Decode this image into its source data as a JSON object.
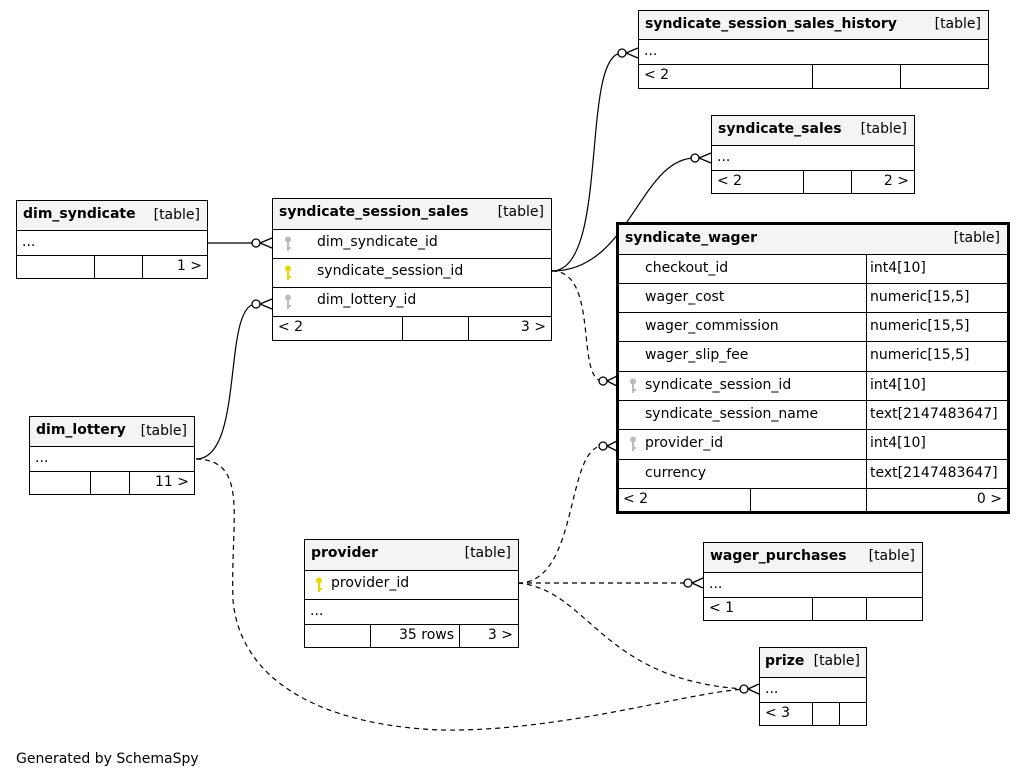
{
  "diagram": {
    "table_type_label": "[table]",
    "ellipsis": "...",
    "footer": "Generated by SchemaSpy",
    "key_colors": {
      "primary": "#e8d800",
      "foreign": "#bbbbbb"
    },
    "tables": {
      "syndicate_session_sales_history": {
        "name": "syndicate_session_sales_history",
        "parents": "< 2"
      },
      "syndicate_sales": {
        "name": "syndicate_sales",
        "parents": "< 2",
        "children": "2 >"
      },
      "dim_syndicate": {
        "name": "dim_syndicate",
        "children": "1 >"
      },
      "syndicate_session_sales": {
        "name": "syndicate_session_sales",
        "columns": [
          "dim_syndicate_id",
          "syndicate_session_id",
          "dim_lottery_id"
        ],
        "parents": "< 2",
        "children": "3 >"
      },
      "syndicate_wager": {
        "name": "syndicate_wager",
        "columns": [
          {
            "name": "checkout_id",
            "type": "int4[10]"
          },
          {
            "name": "wager_cost",
            "type": "numeric[15,5]"
          },
          {
            "name": "wager_commission",
            "type": "numeric[15,5]"
          },
          {
            "name": "wager_slip_fee",
            "type": "numeric[15,5]"
          },
          {
            "name": "syndicate_session_id",
            "type": "int4[10]"
          },
          {
            "name": "syndicate_session_name",
            "type": "text[2147483647]"
          },
          {
            "name": "provider_id",
            "type": "int4[10]"
          },
          {
            "name": "currency",
            "type": "text[2147483647]"
          }
        ],
        "parents": "< 2",
        "children": "0 >"
      },
      "dim_lottery": {
        "name": "dim_lottery",
        "children": "11 >"
      },
      "provider": {
        "name": "provider",
        "columns": [
          "provider_id"
        ],
        "rows": "35 rows",
        "children": "3 >"
      },
      "wager_purchases": {
        "name": "wager_purchases",
        "parents": "< 1"
      },
      "prize": {
        "name": "prize",
        "parents": "< 3"
      }
    }
  }
}
